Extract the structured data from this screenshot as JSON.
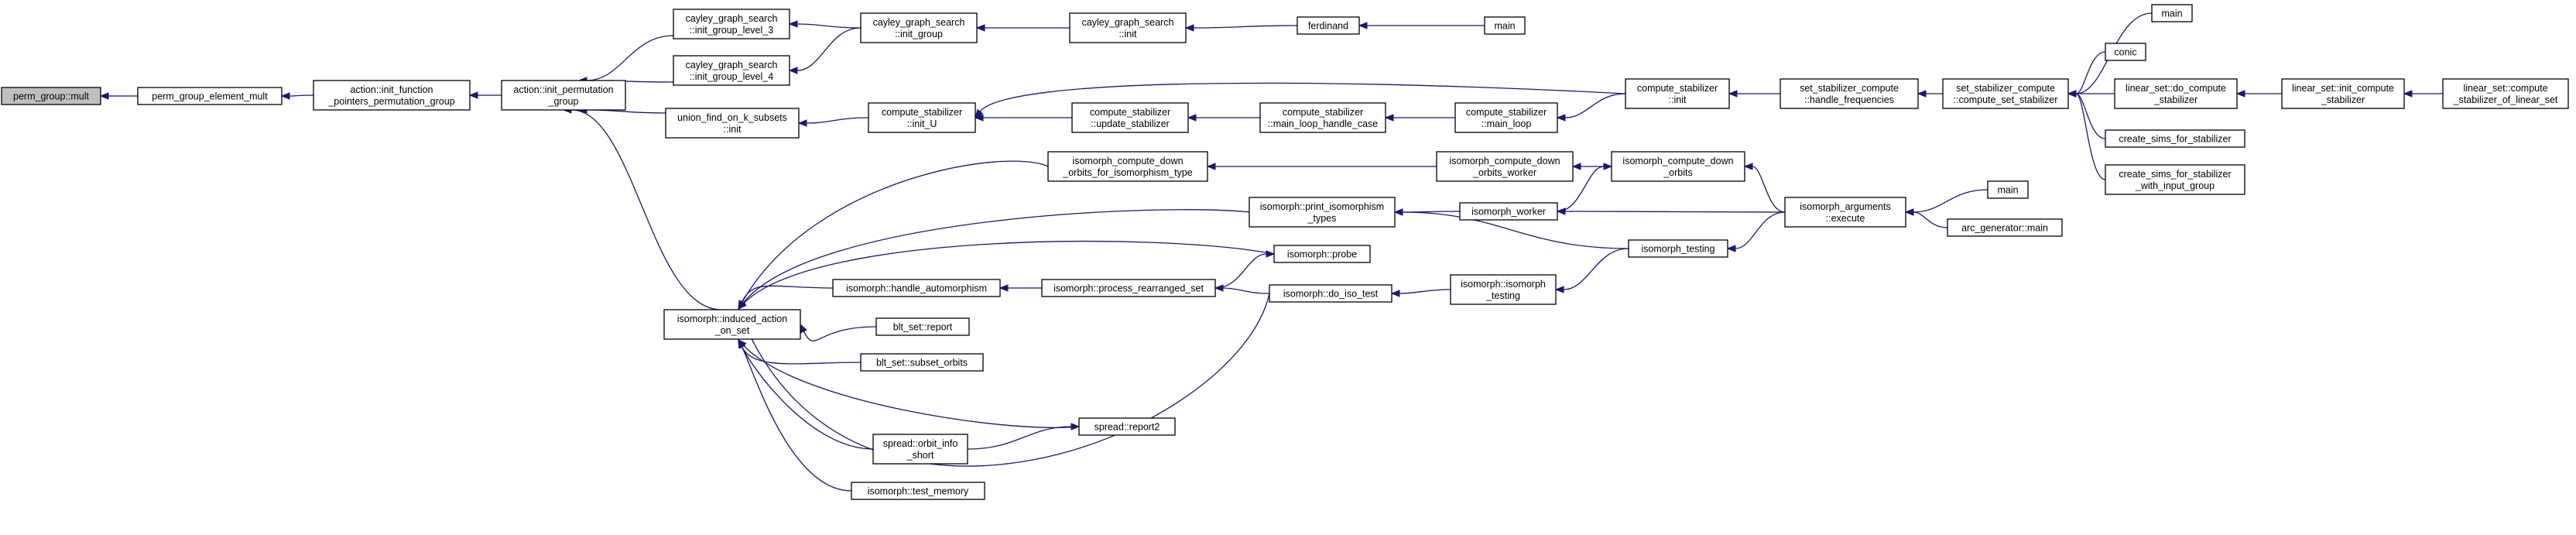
{
  "diagram": {
    "nodes": [
      {
        "id": "n0",
        "lines": [
          "perm_group::mult"
        ],
        "root": true
      },
      {
        "id": "n1",
        "lines": [
          "perm_group_element_mult"
        ]
      },
      {
        "id": "n2",
        "lines": [
          "action::init_function",
          "_pointers_permutation_group"
        ]
      },
      {
        "id": "n3",
        "lines": [
          "action::init_permutation",
          "_group"
        ]
      },
      {
        "id": "n4",
        "lines": [
          "cayley_graph_search",
          "::init_group_level_3"
        ]
      },
      {
        "id": "n5",
        "lines": [
          "cayley_graph_search",
          "::init_group_level_4"
        ]
      },
      {
        "id": "n6",
        "lines": [
          "union_find_on_k_subsets",
          "::init"
        ]
      },
      {
        "id": "n7",
        "lines": [
          "isomorph::induced_action",
          "_on_set"
        ]
      },
      {
        "id": "n8",
        "lines": [
          "cayley_graph_search",
          "::init_group"
        ]
      },
      {
        "id": "n9",
        "lines": [
          "cayley_graph_search",
          "::init"
        ]
      },
      {
        "id": "n10",
        "lines": [
          "ferdinand"
        ]
      },
      {
        "id": "n11",
        "lines": [
          "main"
        ]
      },
      {
        "id": "n12",
        "lines": [
          "compute_stabilizer",
          "::init_U"
        ]
      },
      {
        "id": "n13",
        "lines": [
          "compute_stabilizer",
          "::update_stabilizer"
        ]
      },
      {
        "id": "n14",
        "lines": [
          "compute_stabilizer",
          "::main_loop_handle_case"
        ]
      },
      {
        "id": "n15",
        "lines": [
          "compute_stabilizer",
          "::main_loop"
        ]
      },
      {
        "id": "n16",
        "lines": [
          "compute_stabilizer",
          "::init"
        ]
      },
      {
        "id": "n17",
        "lines": [
          "set_stabilizer_compute",
          "::handle_frequencies"
        ]
      },
      {
        "id": "n18",
        "lines": [
          "set_stabilizer_compute",
          "::compute_set_stabilizer"
        ]
      },
      {
        "id": "n19",
        "lines": [
          "main"
        ]
      },
      {
        "id": "n20",
        "lines": [
          "conic"
        ]
      },
      {
        "id": "n21",
        "lines": [
          "linear_set::do_compute",
          "_stabilizer"
        ]
      },
      {
        "id": "n22",
        "lines": [
          "linear_set::init_compute",
          "_stabilizer"
        ]
      },
      {
        "id": "n23",
        "lines": [
          "linear_set::compute",
          "_stabilizer_of_linear_set"
        ]
      },
      {
        "id": "n24",
        "lines": [
          "create_sims_for_stabilizer"
        ]
      },
      {
        "id": "n25",
        "lines": [
          "create_sims_for_stabilizer",
          "_with_input_group"
        ]
      },
      {
        "id": "n26",
        "lines": [
          "isomorph_compute_down",
          "_orbits_for_isomorphism_type"
        ]
      },
      {
        "id": "n27",
        "lines": [
          "isomorph_compute_down",
          "_orbits_worker"
        ]
      },
      {
        "id": "n28",
        "lines": [
          "isomorph_compute_down",
          "_orbits"
        ]
      },
      {
        "id": "n29",
        "lines": [
          "isomorph_arguments",
          "::execute"
        ]
      },
      {
        "id": "n30",
        "lines": [
          "main"
        ]
      },
      {
        "id": "n31",
        "lines": [
          "arc_generator::main"
        ]
      },
      {
        "id": "n32",
        "lines": [
          "isomorph::print_isomorphism",
          "_types"
        ]
      },
      {
        "id": "n33",
        "lines": [
          "isomorph_worker"
        ]
      },
      {
        "id": "n34",
        "lines": [
          "isomorph_testing"
        ]
      },
      {
        "id": "n35",
        "lines": [
          "isomorph::probe"
        ]
      },
      {
        "id": "n36",
        "lines": [
          "isomorph::handle_automorphism"
        ]
      },
      {
        "id": "n37",
        "lines": [
          "isomorph::process_rearranged_set"
        ]
      },
      {
        "id": "n38",
        "lines": [
          "isomorph::do_iso_test"
        ]
      },
      {
        "id": "n39",
        "lines": [
          "isomorph::isomorph",
          "_testing"
        ]
      },
      {
        "id": "n40",
        "lines": [
          "blt_set::report"
        ]
      },
      {
        "id": "n41",
        "lines": [
          "blt_set::subset_orbits"
        ]
      },
      {
        "id": "n42",
        "lines": [
          "spread::report2"
        ]
      },
      {
        "id": "n43",
        "lines": [
          "spread::orbit_info",
          "_short"
        ]
      },
      {
        "id": "n44",
        "lines": [
          "isomorph::test_memory"
        ]
      }
    ],
    "edges": [
      {
        "from": "n1",
        "to": "n0"
      },
      {
        "from": "n2",
        "to": "n1"
      },
      {
        "from": "n3",
        "to": "n2"
      },
      {
        "from": "n4",
        "to": "n3"
      },
      {
        "from": "n5",
        "to": "n3"
      },
      {
        "from": "n6",
        "to": "n3"
      },
      {
        "from": "n7",
        "to": "n3"
      },
      {
        "from": "n8",
        "to": "n4"
      },
      {
        "from": "n8",
        "to": "n5"
      },
      {
        "from": "n9",
        "to": "n8"
      },
      {
        "from": "n10",
        "to": "n9"
      },
      {
        "from": "n11",
        "to": "n10"
      },
      {
        "from": "n12",
        "to": "n6"
      },
      {
        "from": "n13",
        "to": "n12"
      },
      {
        "from": "n16",
        "to": "n12"
      },
      {
        "from": "n14",
        "to": "n13"
      },
      {
        "from": "n15",
        "to": "n14"
      },
      {
        "from": "n16",
        "to": "n15"
      },
      {
        "from": "n17",
        "to": "n16"
      },
      {
        "from": "n18",
        "to": "n17"
      },
      {
        "from": "n19",
        "to": "n18"
      },
      {
        "from": "n20",
        "to": "n18"
      },
      {
        "from": "n21",
        "to": "n18"
      },
      {
        "from": "n24",
        "to": "n18"
      },
      {
        "from": "n25",
        "to": "n18"
      },
      {
        "from": "n22",
        "to": "n21"
      },
      {
        "from": "n23",
        "to": "n22"
      },
      {
        "from": "n26",
        "to": "n7"
      },
      {
        "from": "n32",
        "to": "n7"
      },
      {
        "from": "n35",
        "to": "n7"
      },
      {
        "from": "n36",
        "to": "n7"
      },
      {
        "from": "n40",
        "to": "n7"
      },
      {
        "from": "n41",
        "to": "n7"
      },
      {
        "from": "n42",
        "to": "n7"
      },
      {
        "from": "n43",
        "to": "n7"
      },
      {
        "from": "n44",
        "to": "n7"
      },
      {
        "from": "n38",
        "to": "n7"
      },
      {
        "from": "n27",
        "to": "n26"
      },
      {
        "from": "n28",
        "to": "n27"
      },
      {
        "from": "n29",
        "to": "n28"
      },
      {
        "from": "n30",
        "to": "n29"
      },
      {
        "from": "n31",
        "to": "n29"
      },
      {
        "from": "n33",
        "to": "n32"
      },
      {
        "from": "n34",
        "to": "n32"
      },
      {
        "from": "n33",
        "to": "n28"
      },
      {
        "from": "n29",
        "to": "n33"
      },
      {
        "from": "n29",
        "to": "n34"
      },
      {
        "from": "n37",
        "to": "n35"
      },
      {
        "from": "n37",
        "to": "n36"
      },
      {
        "from": "n38",
        "to": "n37"
      },
      {
        "from": "n39",
        "to": "n38"
      },
      {
        "from": "n34",
        "to": "n39"
      },
      {
        "from": "n43",
        "to": "n42"
      }
    ]
  }
}
